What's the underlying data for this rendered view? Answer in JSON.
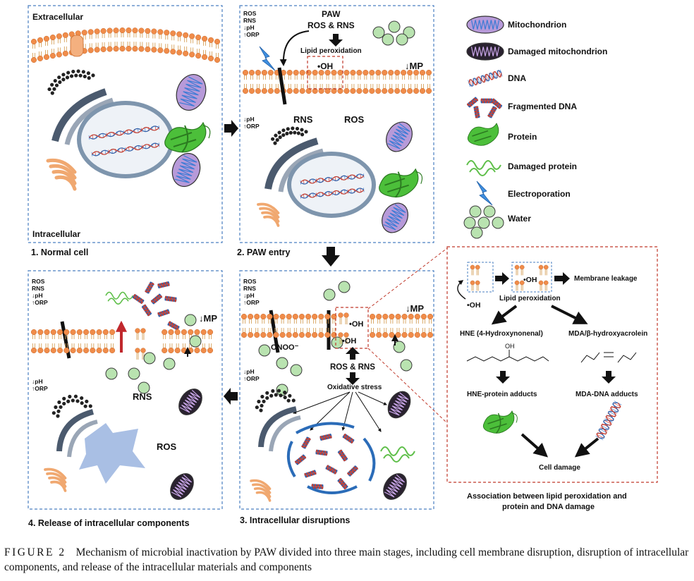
{
  "panel1": {
    "extracellular": "Extracellular",
    "intracellular": "Intracellular",
    "title": "1. Normal cell"
  },
  "panel2": {
    "paw_label": "PAW",
    "ros_rns": "ROS & RNS",
    "lipid_peroxidation": "Lipid peroxidation",
    "oh": "•OH",
    "mp": "↓MP",
    "rns": "RNS",
    "ros": "ROS",
    "side_top": [
      "ROS",
      "RNS",
      "↓pH",
      "↑ORP"
    ],
    "side_bottom": [
      "↓pH",
      "↑ORP"
    ],
    "title": "2. PAW entry"
  },
  "panel3": {
    "side_top": [
      "ROS",
      "RNS",
      "↓pH",
      "↑ORP"
    ],
    "side_bottom": [
      "↓pH",
      "↑ORP"
    ],
    "oh": "•OH",
    "mp": "↓MP",
    "onoo": "ONOO⁻",
    "ros_rns": "ROS & RNS",
    "oxidative_stress": "Oxidative stress",
    "title": "3. Intracellular disruptions"
  },
  "panel4": {
    "side_top": [
      "ROS",
      "RNS",
      "↓pH",
      "↑ORP"
    ],
    "side_bottom": [
      "↓pH",
      "↑ORP"
    ],
    "mp": "↓MP",
    "rns": "RNS",
    "ros": "ROS",
    "title": "4. Release of intracellular components"
  },
  "legend": [
    {
      "icon": "mitochondrion-icon",
      "label": "Mitochondrion"
    },
    {
      "icon": "damaged-mitochondrion-icon",
      "label": "Damaged mitochondrion"
    },
    {
      "icon": "dna-icon",
      "label": "DNA"
    },
    {
      "icon": "fragmented-dna-icon",
      "label": "Fragmented DNA"
    },
    {
      "icon": "protein-icon",
      "label": "Protein"
    },
    {
      "icon": "damaged-protein-icon",
      "label": "Damaged protein"
    },
    {
      "icon": "electroporation-icon",
      "label": "Electroporation"
    },
    {
      "icon": "water-icon",
      "label": "Water"
    }
  ],
  "inset": {
    "oh": "•OH",
    "oh_small": "•OH",
    "membrane_leakage": "Membrane leakage",
    "lipid_peroxidation": "Lipid peroxidation",
    "hne": "HNE (4-Hydroxynonenal)",
    "mda": "MDA/β-hydroxyacrolein",
    "hne_oh": "OH",
    "hne_adducts": "HNE-protein adducts",
    "mda_adducts": "MDA-DNA adducts",
    "cell_damage": "Cell damage",
    "caption_line1": "Association between lipid peroxidation and",
    "caption_line2": "protein and DNA damage"
  },
  "colors": {
    "panel_border": "#4a7fc1",
    "inset_border": "#c0392b",
    "lipid_head": "#f08c4a",
    "mito_fill": "#b79ad9",
    "damaged_mito_fill": "#2a2230",
    "water_fill": "#b9e3b0",
    "protein": "#4cbf3a",
    "electroporation": "#3f8fe0",
    "nucleus": "#7e95ad",
    "cytoplasm_blob": "#a9bfe4",
    "red_arrow": "#c0282d"
  },
  "caption": {
    "label": "FIGURE 2",
    "text": "Mechanism of microbial inactivation by PAW divided into three main stages, including cell membrane disruption, disruption of intracellular components, and release of the intracellular materials and components"
  }
}
